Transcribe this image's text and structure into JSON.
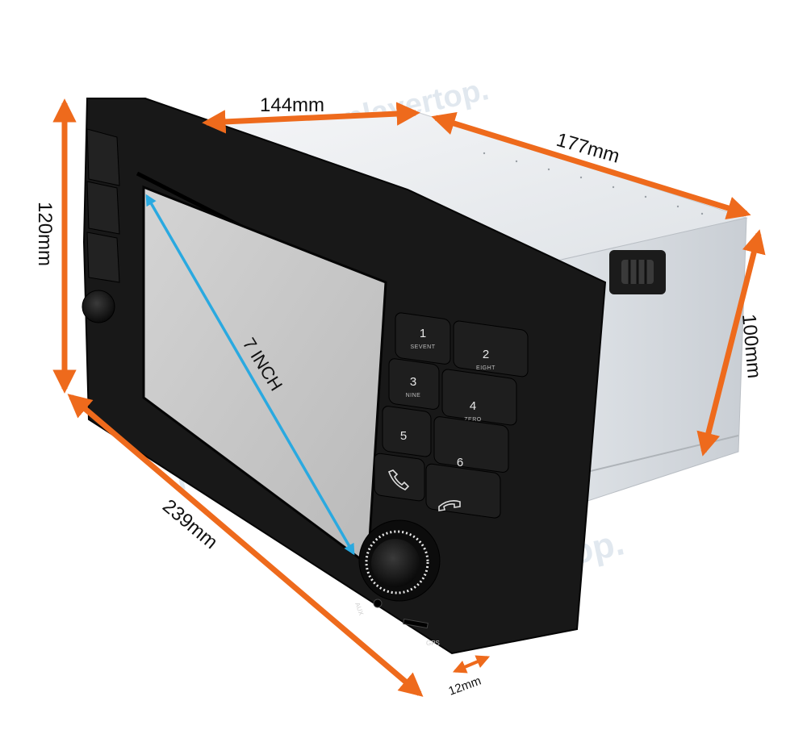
{
  "dimensions": {
    "depth_top": "144mm",
    "length_side": "177mm",
    "height_front": "120mm",
    "height_back": "100mm",
    "width_front": "239mm",
    "bezel_thickness": "12mm",
    "screen_diagonal": "7 INCH"
  },
  "keypad": [
    {
      "num": "1",
      "word": "SEVENT"
    },
    {
      "num": "2",
      "word": "EIGHT"
    },
    {
      "num": "3",
      "word": "NINE"
    },
    {
      "num": "4",
      "word": "ZERO"
    },
    {
      "num": "5",
      "word": ""
    },
    {
      "num": "6",
      "word": ""
    }
  ],
  "ports": {
    "aux": "AUX",
    "gps": "GPS"
  },
  "watermark": "playertop.",
  "colors": {
    "arrow": "#ee6a1c",
    "diagonal": "#2aa9e0",
    "body": "#1a1a1a",
    "box": "#e9ecef"
  }
}
